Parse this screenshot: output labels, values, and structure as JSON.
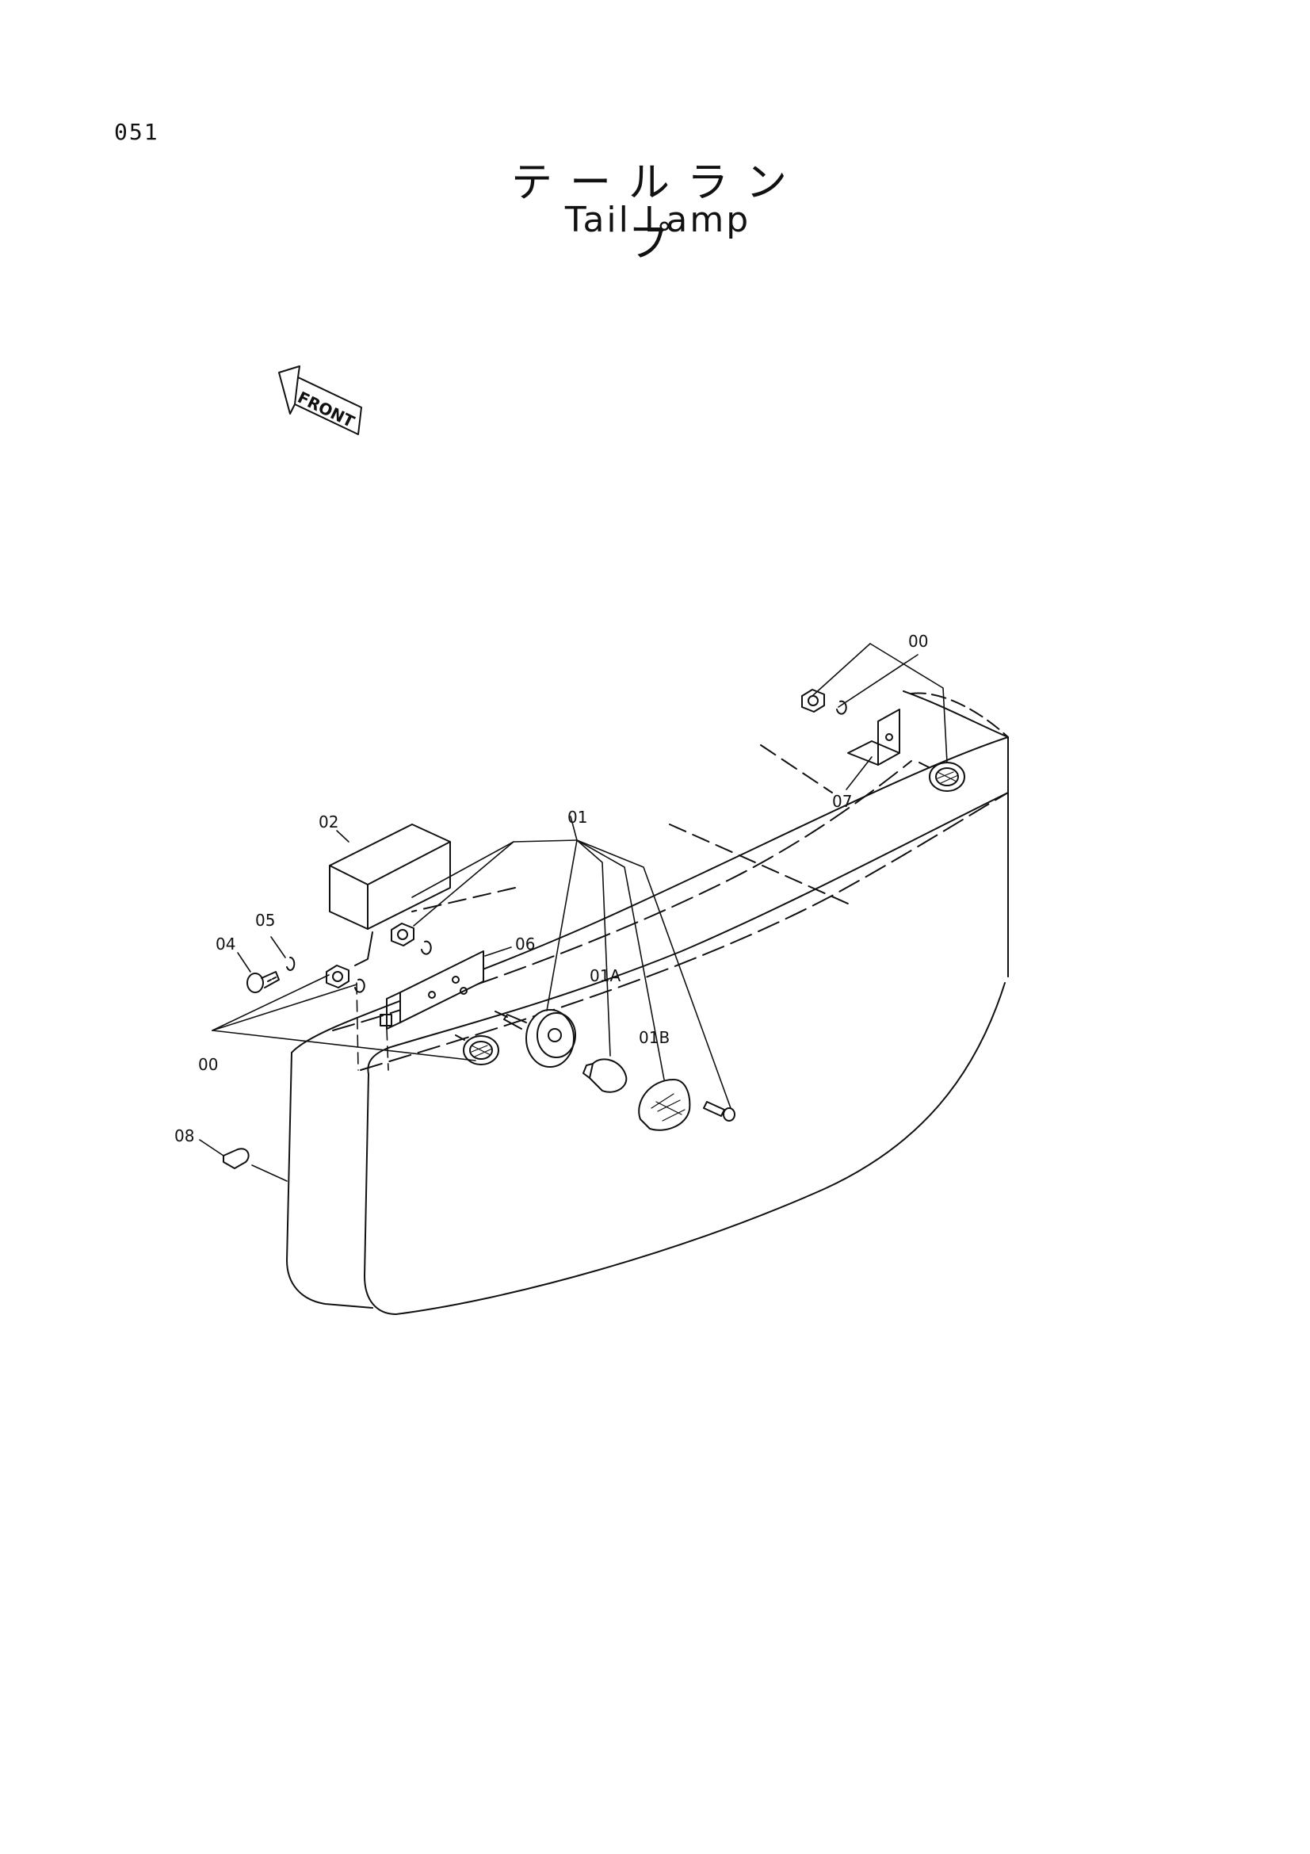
{
  "page_number": "051",
  "title_jp": "テールランプ",
  "title_en": "Tail Lamp",
  "front_label": "FRONT",
  "callouts": {
    "c00_top": "00",
    "c07": "07",
    "c02": "02",
    "c01": "01",
    "c05": "05",
    "c04": "04",
    "c06": "06",
    "c01A": "01A",
    "c01B": "01B",
    "c00_left": "00",
    "c08": "08"
  },
  "colors": {
    "line": "#111111",
    "background": "#ffffff"
  }
}
